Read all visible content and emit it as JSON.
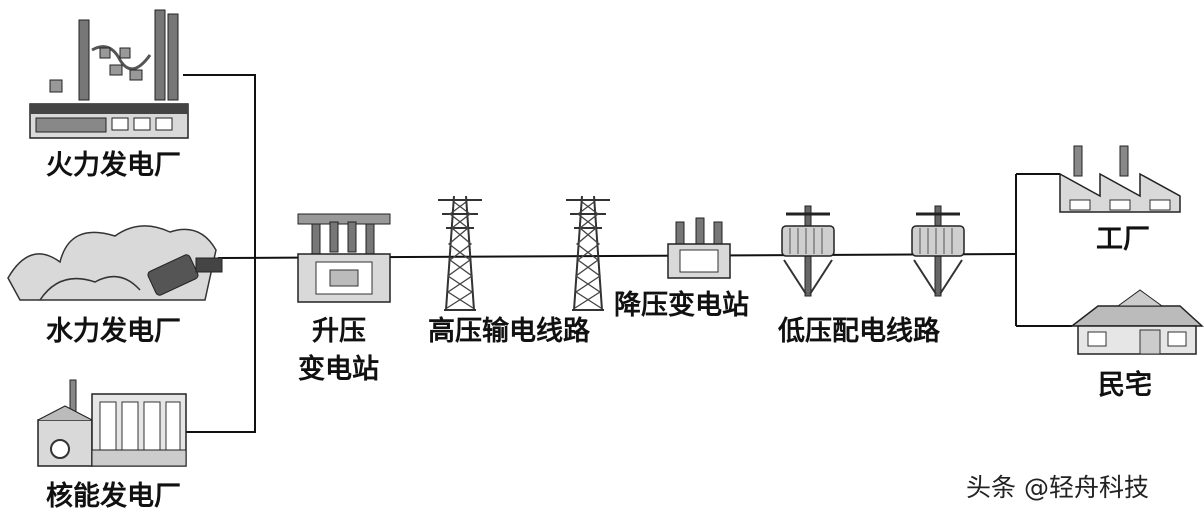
{
  "labels": {
    "thermal": "火力发电厂",
    "hydro": "水力发电厂",
    "nuclear": "核能发电厂",
    "step_up_1": "升压",
    "step_up_2": "变电站",
    "hv_line": "高压输电线路",
    "step_down": "降压变电站",
    "lv_line": "低压配电线路",
    "factory": "工厂",
    "residence": "民宅"
  },
  "watermark": "头条 @轻舟科技",
  "colors": {
    "line": "#111111",
    "fill": "#d9d9d9",
    "dark": "#555555"
  }
}
